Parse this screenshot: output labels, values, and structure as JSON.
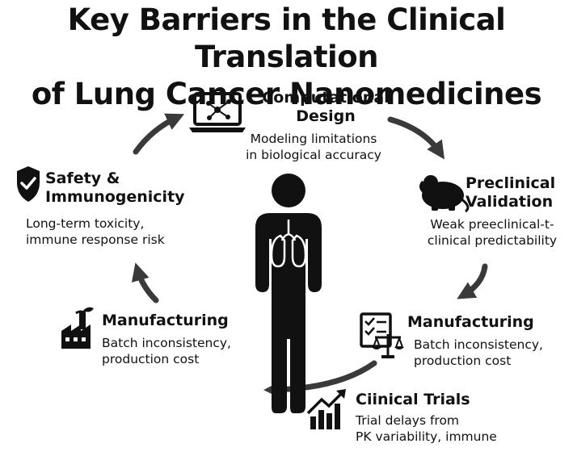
{
  "title": {
    "line1": "Key Barriers in the Clinical Translation",
    "line2": "of Lung Cancer Nanomedicines"
  },
  "nodes": {
    "computational": {
      "heading": [
        "Computational",
        "Design"
      ],
      "desc": [
        "Modeling limitations",
        "in biological accuracy"
      ],
      "icon": "laptop-network-icon"
    },
    "preclinical": {
      "heading": [
        "Preclinical",
        "Validation"
      ],
      "desc": [
        "Weak preeclinical-t-",
        "clinical predictability"
      ],
      "icon": "mouse-icon"
    },
    "manufacturing_right": {
      "heading": [
        "Manufacturing"
      ],
      "desc": [
        "Batch inconsistency,",
        "production cost"
      ],
      "icon": "checklist-scale-icon"
    },
    "clinical": {
      "heading": [
        "Ciinical Trials"
      ],
      "desc": [
        "Trial delays from",
        "PK variability, immune"
      ],
      "icon": "chart-up-icon"
    },
    "manufacturing_left": {
      "heading": [
        "Manufacturing"
      ],
      "desc": [
        "Batch inconsistency,",
        "production cost"
      ],
      "icon": "factory-icon"
    },
    "safety": {
      "heading": [
        "Safety &",
        "Immunogenicity"
      ],
      "desc": [
        "Long-term toxicity,",
        "immune response risk"
      ],
      "icon": "shield-check-icon"
    }
  },
  "center_icon": "person-lungs-icon",
  "colors": {
    "ink": "#111111",
    "arrow": "#3a3a3a",
    "background": "#ffffff"
  }
}
